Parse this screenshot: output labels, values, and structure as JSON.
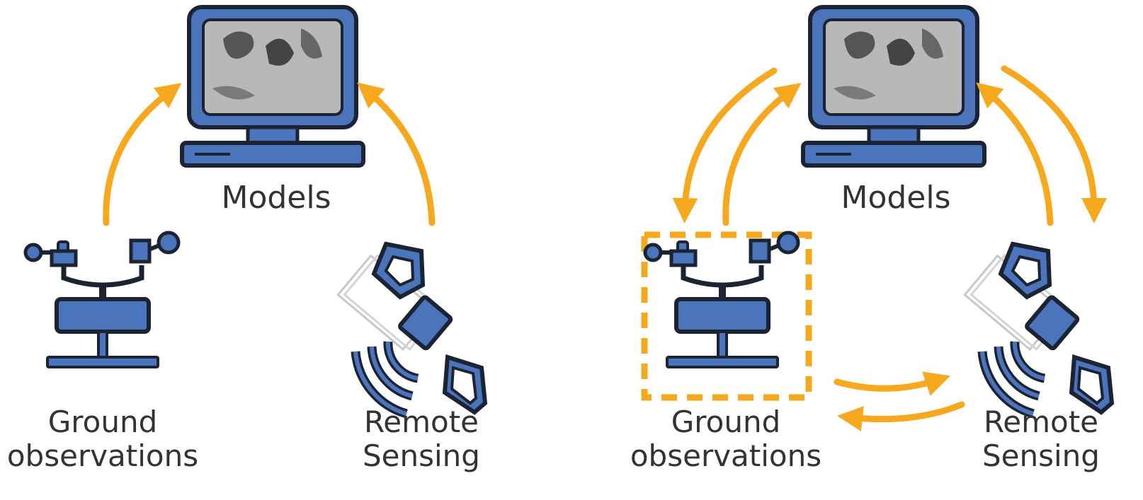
{
  "panels": [
    {
      "models_label": "Models",
      "ground_label_line1": "Ground",
      "ground_label_line2": "observations",
      "remote_label_line1": "Remote",
      "remote_label_line2": "Sensing",
      "ground_highlighted": false
    },
    {
      "models_label": "Models",
      "ground_label_line1": "Ground",
      "ground_label_line2": "observations",
      "remote_label_line1": "Remote",
      "remote_label_line2": "Sensing",
      "ground_highlighted": true
    }
  ],
  "icons": {
    "models": "computer-monitor-icon",
    "ground": "weather-station-icon",
    "remote": "satellite-icon"
  },
  "colors": {
    "icon_fill": "#4a74bb",
    "icon_outline": "#1c2433",
    "arrow": "#f6a81e",
    "text": "#333333",
    "screen": "#b8b8b8"
  }
}
